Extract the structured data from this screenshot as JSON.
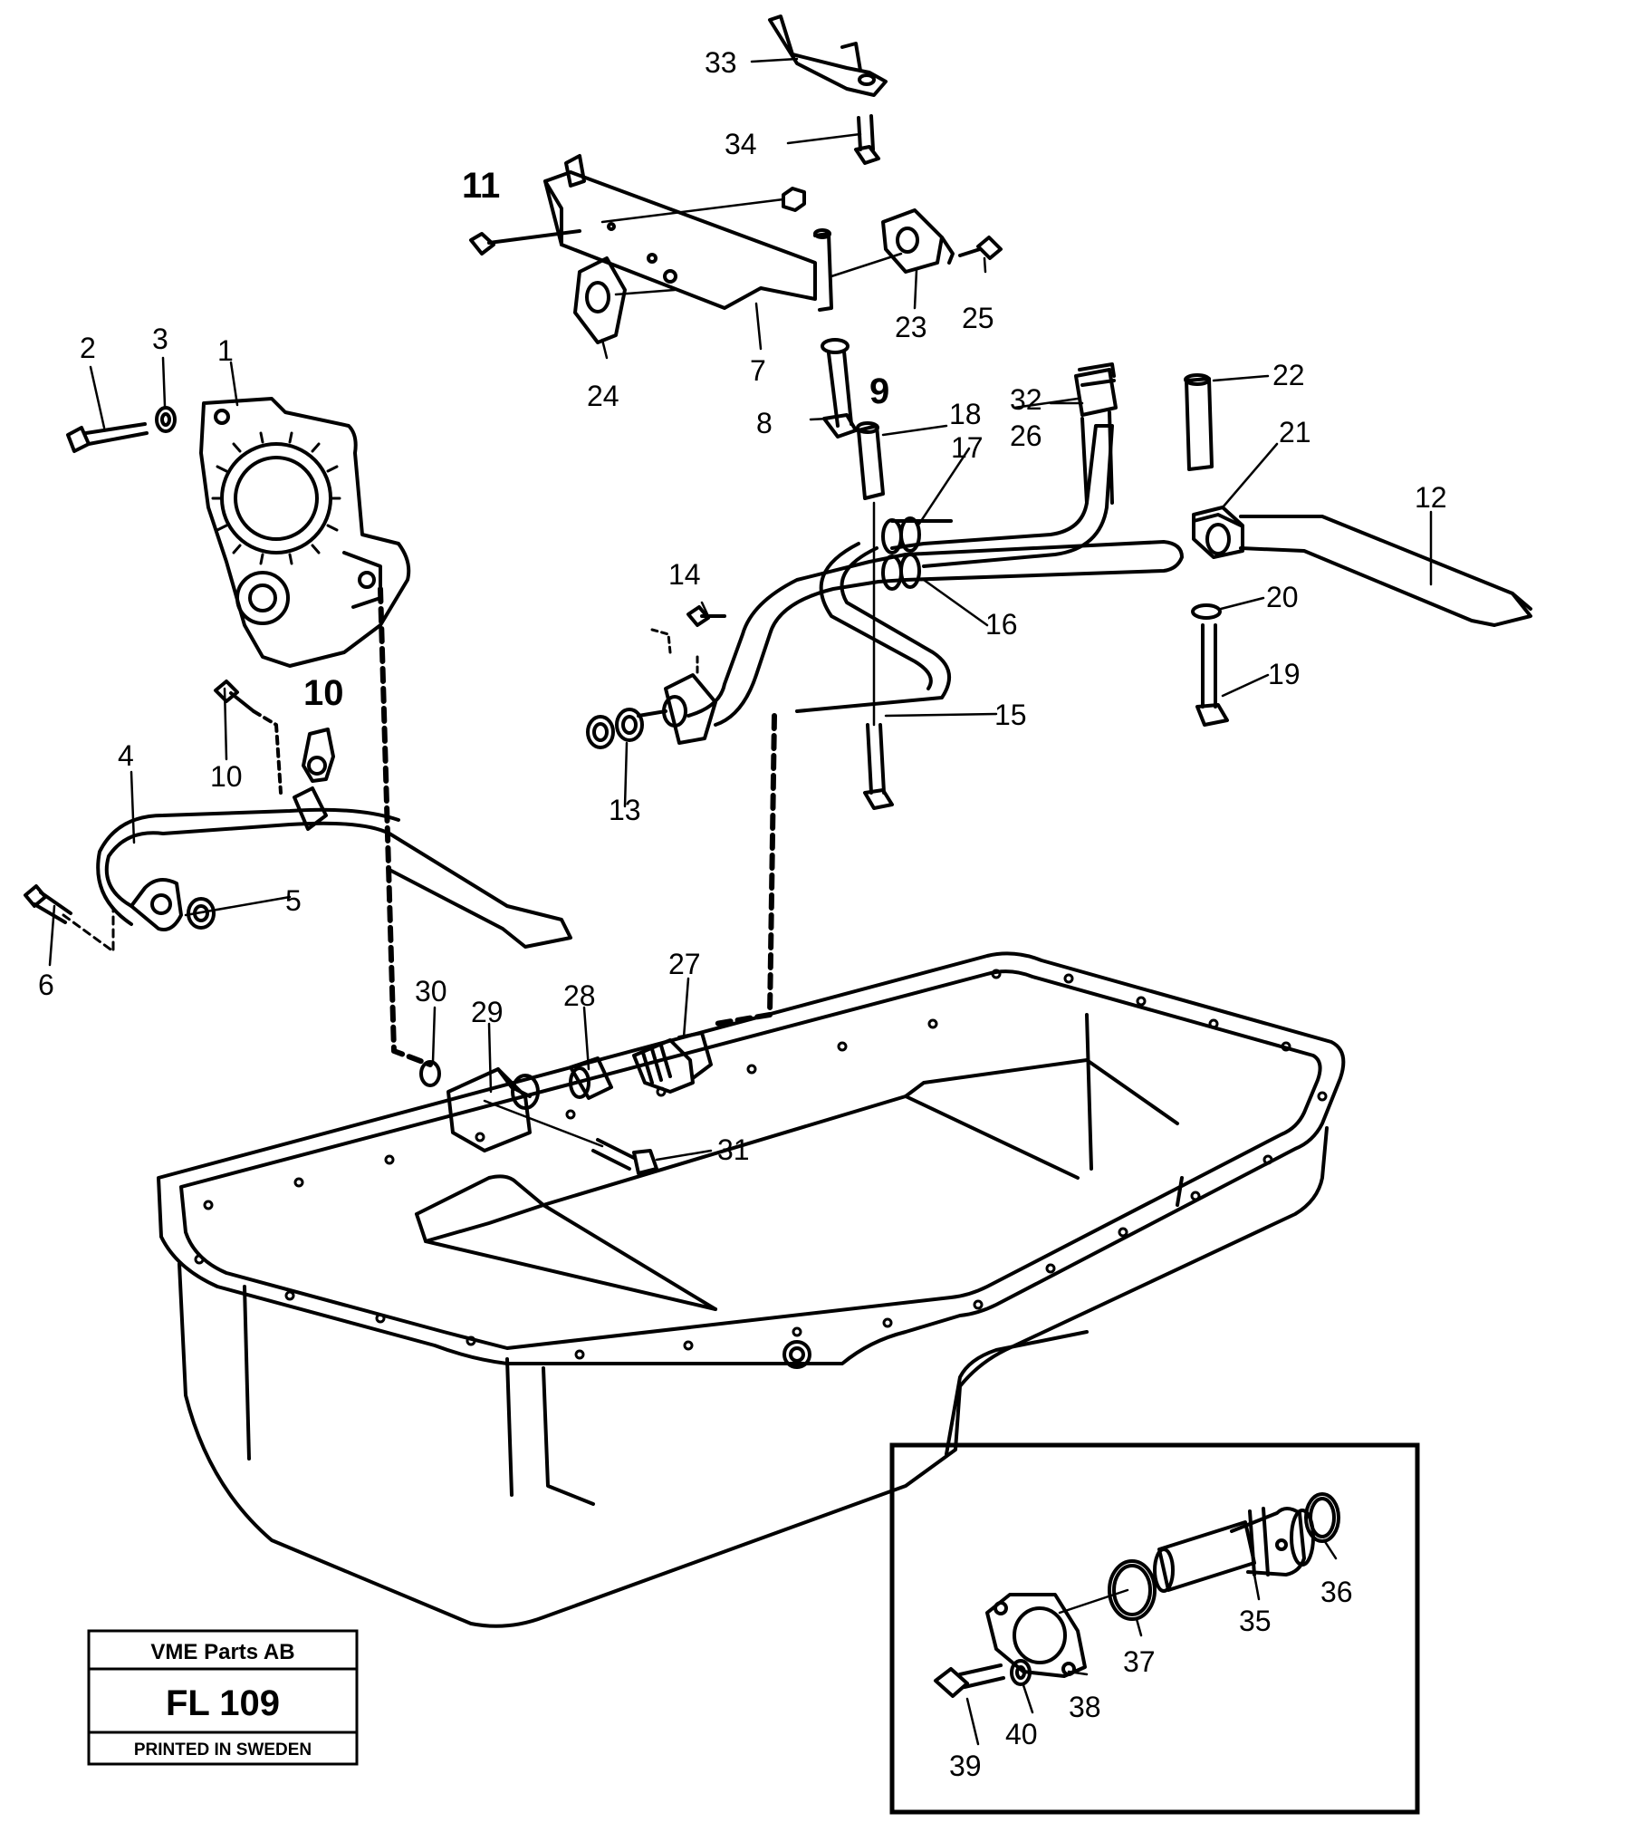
{
  "diagram": {
    "callouts": [
      "1",
      "2",
      "3",
      "4",
      "5",
      "6",
      "7",
      "8",
      "9",
      "10",
      "10",
      "11",
      "12",
      "13",
      "14",
      "15",
      "16",
      "17",
      "18",
      "19",
      "20",
      "21",
      "22",
      "23",
      "24",
      "25",
      "26",
      "27",
      "28",
      "29",
      "30",
      "31",
      "32",
      "33",
      "34",
      "35",
      "36",
      "37",
      "38",
      "39",
      "40"
    ]
  },
  "title_block": {
    "company": "VME Parts AB",
    "code": "FL 109",
    "footer": "PRINTED IN SWEDEN"
  },
  "colors": {
    "ink": "#000000",
    "paper": "#ffffff"
  }
}
